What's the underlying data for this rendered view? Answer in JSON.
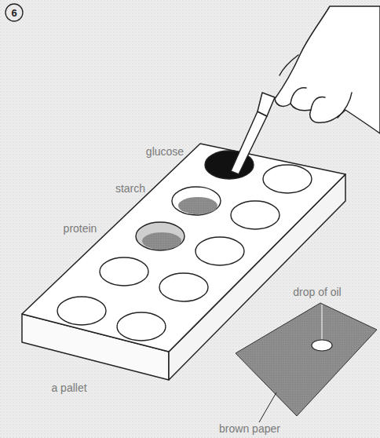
{
  "diagram": {
    "labels": [
      "6",
      "glucose",
      "starch",
      "protein",
      "drop of oil",
      "a pallet",
      "brown paper"
    ]
  }
}
